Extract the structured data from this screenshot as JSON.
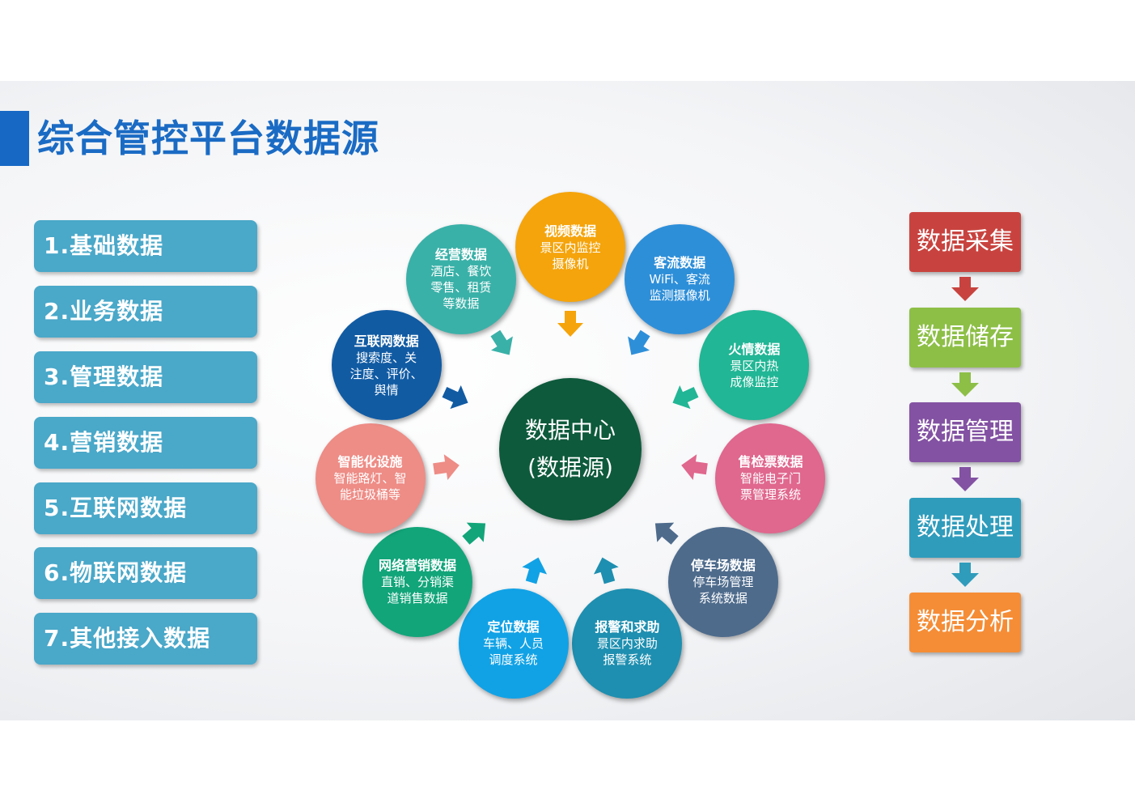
{
  "title": "综合管控平台数据源",
  "categories": [
    "1.基础数据",
    "2.业务数据",
    "3.管理数据",
    "4.营销数据",
    "5.互联网数据",
    "6.物联网数据",
    "7.其他接入数据"
  ],
  "center": {
    "line1": "数据中心",
    "line2": "(数据源)",
    "color": "#0e5a3c"
  },
  "sources": [
    {
      "title": "视频数据",
      "desc": "景区内监控\n摄像机",
      "color": "#f5a40b"
    },
    {
      "title": "客流数据",
      "desc": "WiFi、客流\n监测摄像机",
      "color": "#2e8fd9"
    },
    {
      "title": "火情数据",
      "desc": "景区内热\n成像监控",
      "color": "#21b695"
    },
    {
      "title": "售检票数据",
      "desc": "智能电子门\n票管理系统",
      "color": "#e0678e"
    },
    {
      "title": "停车场数据",
      "desc": "停车场管理\n系统数据",
      "color": "#4e6b8c"
    },
    {
      "title": "报警和求助",
      "desc": "景区内求助\n报警系统",
      "color": "#1e8fb0"
    },
    {
      "title": "定位数据",
      "desc": "车辆、人员\n调度系统",
      "color": "#11a2e6"
    },
    {
      "title": "网络营销数据",
      "desc": "直销、分销渠\n道销售数据",
      "color": "#12a57a"
    },
    {
      "title": "智能化设施",
      "desc": "智能路灯、智\n能垃圾桶等",
      "color": "#ee8c86"
    },
    {
      "title": "互联网数据",
      "desc": "搜索度、关\n注度、评价、\n舆情",
      "color": "#115ba3"
    },
    {
      "title": "经营数据",
      "desc": "酒店、餐饮\n零售、租赁\n等数据",
      "color": "#3ab1a8"
    }
  ],
  "flow": [
    {
      "label": "数据采集",
      "color": "#c8433f"
    },
    {
      "label": "数据储存",
      "color": "#8dbf47"
    },
    {
      "label": "数据管理",
      "color": "#8352a3"
    },
    {
      "label": "数据处理",
      "color": "#2f9cbc"
    },
    {
      "label": "数据分析",
      "color": "#f58d36"
    }
  ]
}
